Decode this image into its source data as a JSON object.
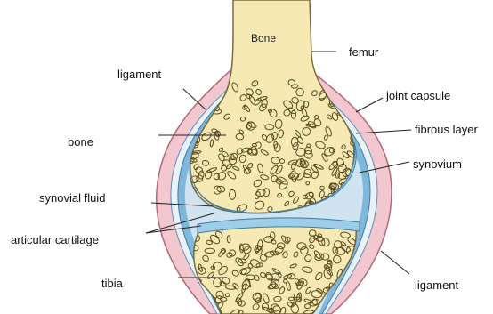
{
  "labels": {
    "bone_top": "Bone",
    "femur": "femur",
    "ligament_left": "ligament",
    "joint_capsule": "joint capsule",
    "bone_left": "bone",
    "fibrous_layer": "fibrous layer",
    "synovium": "synovium",
    "synovial_fluid": "synovial fluid",
    "articular_cartilage": "articular cartilage",
    "tibia": "tibia",
    "ligament_right": "ligament"
  },
  "colors": {
    "bone": "#f6e9b4",
    "bone_outline": "#7a6a3a",
    "capsule": "#f2c7cf",
    "capsule_outline": "#b06a78",
    "synovium": "#7fb8da",
    "fluid": "#cfe3f1",
    "cartilage": "#9ecde8"
  }
}
